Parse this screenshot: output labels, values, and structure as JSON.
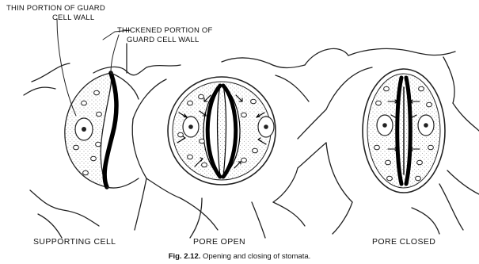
{
  "labels": {
    "thin_portion_line1": "THIN PORTION OF GUARD",
    "thin_portion_line2": "CELL WALL",
    "thickened_portion_line1": "THICKENED PORTION OF",
    "thickened_portion_line2": "GUARD CELL WALL",
    "supporting_cell": "SUPPORTING CELL",
    "pore_open": "PORE OPEN",
    "pore_closed": "PORE CLOSED"
  },
  "caption": {
    "fig_number": "Fig. 2.12.",
    "text": "Opening and closing of stomata."
  }
}
